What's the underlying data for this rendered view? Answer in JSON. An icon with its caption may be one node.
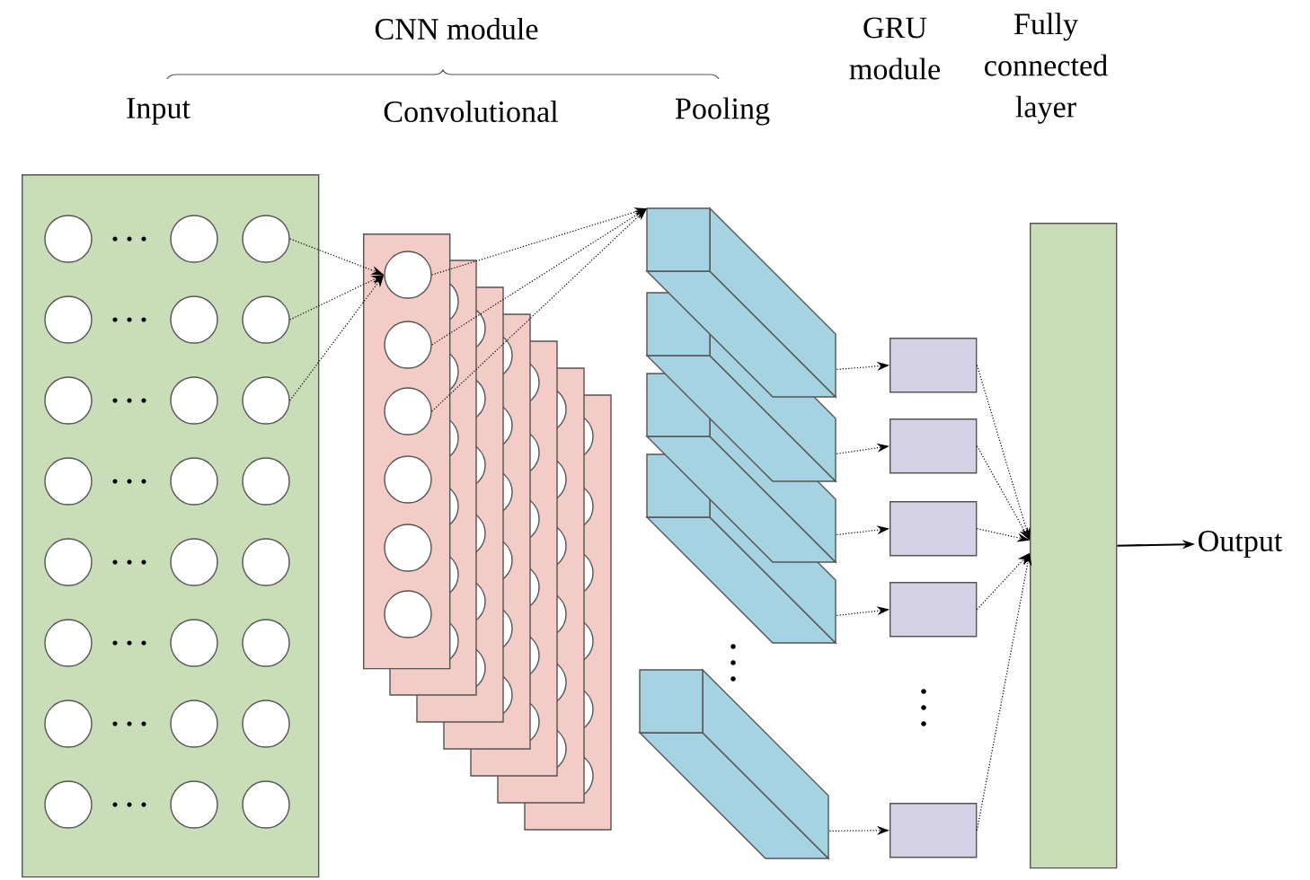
{
  "diagram": {
    "nodes": [
      {
        "text": [],
        "shape": "box"
      },
      {
        "text": [],
        "shape": "circle",
        "in": 0
      },
      {
        "text": [],
        "shape": "circle",
        "in": 0
      },
      {
        "text": [],
        "shape": "circle",
        "in": 0
      },
      {
        "text": [],
        "shape": "box"
      },
      {
        "text": [],
        "shape": "circle",
        "in": 4
      },
      {
        "text": [],
        "shape": "circle",
        "in": 4
      },
      {
        "text": [],
        "shape": "circle",
        "in": 4
      },
      {
        "text": [],
        "shape": "box"
      },
      {
        "text": [],
        "shape": "box"
      },
      {
        "text": [],
        "shape": "box"
      },
      {
        "text": [],
        "shape": "box"
      },
      {
        "text": [],
        "shape": "box"
      },
      {
        "text": [],
        "shape": "box"
      },
      {
        "text": [],
        "shape": "box"
      },
      {
        "text": [],
        "shape": "box"
      },
      {
        "text": [],
        "shape": "box"
      },
      {
        "text": [],
        "shape": "box"
      },
      {
        "text": [],
        "shape": "bar"
      },
      {
        "text": [
          "Output"
        ]
      }
    ],
    "edges": [
      {
        "from": 1,
        "to": 5,
        "arrow": "to",
        "style": "dashed"
      },
      {
        "from": 2,
        "to": 5,
        "arrow": "to",
        "style": "dashed"
      },
      {
        "from": 3,
        "to": 5,
        "arrow": "to",
        "style": "dashed"
      },
      {
        "from": 5,
        "to": 8,
        "arrow": "to",
        "style": "dashed"
      },
      {
        "from": 6,
        "to": 8,
        "arrow": "to",
        "style": "dashed"
      },
      {
        "from": 7,
        "to": 8,
        "arrow": "to",
        "style": "dashed"
      },
      {
        "from": 8,
        "to": 13,
        "arrow": "to",
        "style": "dashed"
      },
      {
        "from": 9,
        "to": 14,
        "arrow": "to",
        "style": "dashed"
      },
      {
        "from": 10,
        "to": 15,
        "arrow": "to",
        "style": "dashed"
      },
      {
        "from": 11,
        "to": 16,
        "arrow": "to",
        "style": "dashed"
      },
      {
        "from": 12,
        "to": 17,
        "arrow": "to",
        "style": "dashed"
      },
      {
        "from": 13,
        "to": 18,
        "arrow": "to",
        "style": "dashed"
      },
      {
        "from": 14,
        "to": 18,
        "arrow": "to",
        "style": "dashed"
      },
      {
        "from": 15,
        "to": 18,
        "arrow": "to",
        "style": "dashed"
      },
      {
        "from": 16,
        "to": 18,
        "arrow": "to",
        "style": "dashed"
      },
      {
        "from": 17,
        "to": 18,
        "arrow": "to",
        "style": "dashed"
      },
      {
        "from": 18,
        "to": 19,
        "arrow": "to"
      }
    ],
    "labels": [
      "CNN module",
      "Input",
      "Convolutional",
      "Pooling",
      "GRU module",
      "Fully connected layer"
    ]
  }
}
